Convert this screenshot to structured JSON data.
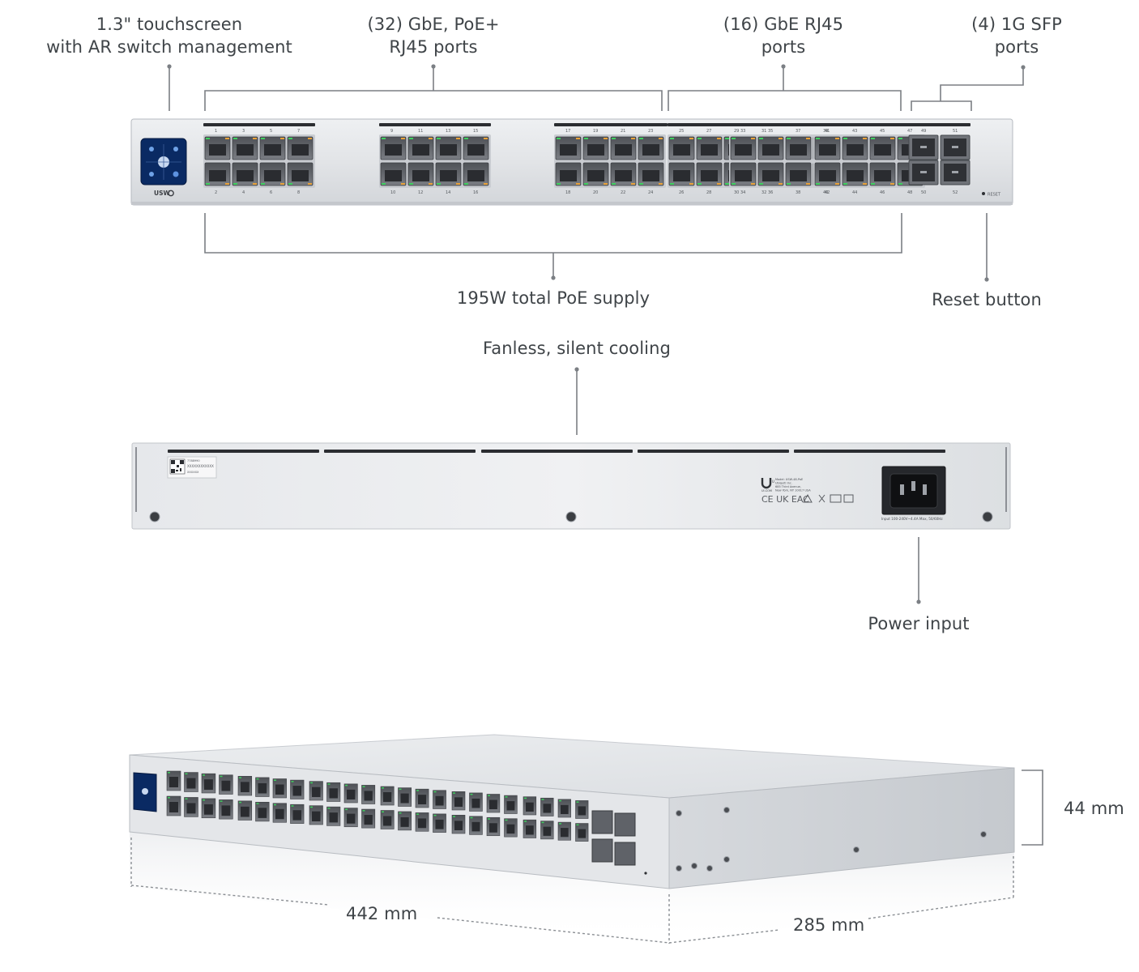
{
  "callouts": {
    "touchscreen": {
      "line1": "1.3\" touchscreen",
      "line2": "with AR switch management"
    },
    "poe_ports": {
      "line1": "(32) GbE, PoE+",
      "line2": "RJ45 ports"
    },
    "gbe_ports": {
      "line1": "(16) GbE RJ45",
      "line2": "ports"
    },
    "sfp_ports": {
      "line1": "(4) 1G SFP",
      "line2": "ports"
    },
    "poe_supply": "195W total PoE supply",
    "reset_button": "Reset button",
    "cooling": "Fanless, silent cooling",
    "power_input": "Power input"
  },
  "front_panel": {
    "brand": "USW",
    "reset_label": "RESET",
    "top_port_numbers": [
      "1",
      "3",
      "5",
      "7",
      "9",
      "11",
      "13",
      "15",
      "17",
      "19",
      "21",
      "23",
      "25",
      "27",
      "29",
      "31",
      "33",
      "35",
      "37",
      "39",
      "41",
      "43",
      "45",
      "47"
    ],
    "bottom_port_numbers": [
      "2",
      "4",
      "6",
      "8",
      "10",
      "12",
      "14",
      "16",
      "18",
      "20",
      "22",
      "24",
      "26",
      "28",
      "30",
      "32",
      "34",
      "36",
      "38",
      "40",
      "42",
      "44",
      "46",
      "48"
    ],
    "sfp_top_numbers": [
      "49",
      "51"
    ],
    "sfp_bottom_numbers": [
      "50",
      "52"
    ]
  },
  "rear_panel": {
    "label_lines": [
      "7788990",
      "XXXXXXXXXXXX",
      "XXXXXX"
    ],
    "rating_lines": [
      "Model: USW-48-PoE",
      "Ubiquiti Inc.",
      "685 Third Avenue,",
      "New York, NY 10017 USA"
    ],
    "brand_mark": "U",
    "brand_domain": "UI.COM",
    "certifications": "CE UK EAC",
    "power_rating": "Input 100-240V~4.4A Max, 50/60Hz"
  },
  "dimensions": {
    "height": "44 mm",
    "width": "442 mm",
    "depth": "285 mm"
  },
  "colors": {
    "chassis": "#dfe1e4",
    "chassis_edge": "#b9bdc2",
    "port_body": "#6d7076",
    "led_green": "#3fcf5f",
    "led_amber": "#e8a23a",
    "screen_blue": "#0a2a63",
    "leader_line": "#7b7f84"
  }
}
